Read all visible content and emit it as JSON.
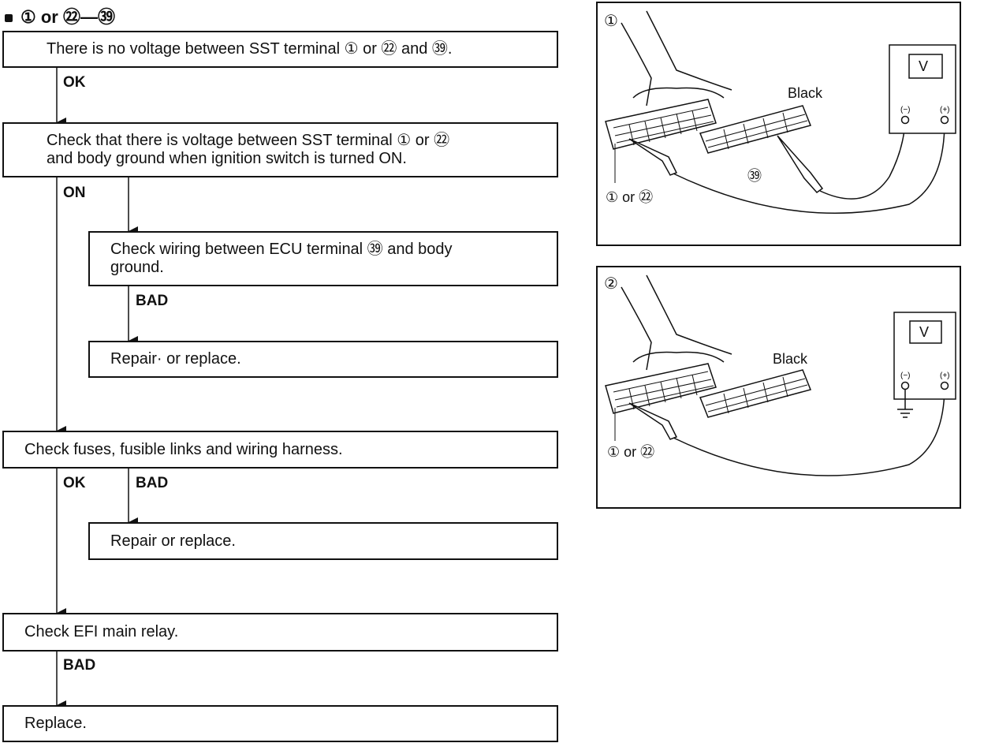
{
  "heading": "① or ㉒—㊴",
  "flow": {
    "box1": "There is no voltage between SST terminal ① or ㉒ and ㊴.",
    "label_ok1": "OK",
    "box2": "Check that there is voltage between SST terminal ① or ㉒\nand body ground when ignition switch is turned ON.",
    "label_on": "ON",
    "box3": "Check wiring between ECU terminal ㊴ and body\nground.",
    "label_bad1": "BAD",
    "box4": "Repair· or replace.",
    "box5": "Check fuses, fusible links and wiring harness.",
    "label_ok2": "OK",
    "label_bad2": "BAD",
    "box6": "Repair or replace.",
    "box7": "Check EFI main relay.",
    "label_bad3": "BAD",
    "box8": "Replace."
  },
  "panel1": {
    "number": "①",
    "meter": "V",
    "connector_label": "Black",
    "terminal_label": "㊴",
    "probe_label": "① or ㉒"
  },
  "panel2": {
    "number": "②",
    "meter": "V",
    "connector_label": "Black",
    "probe_label": "① or ㉒"
  }
}
